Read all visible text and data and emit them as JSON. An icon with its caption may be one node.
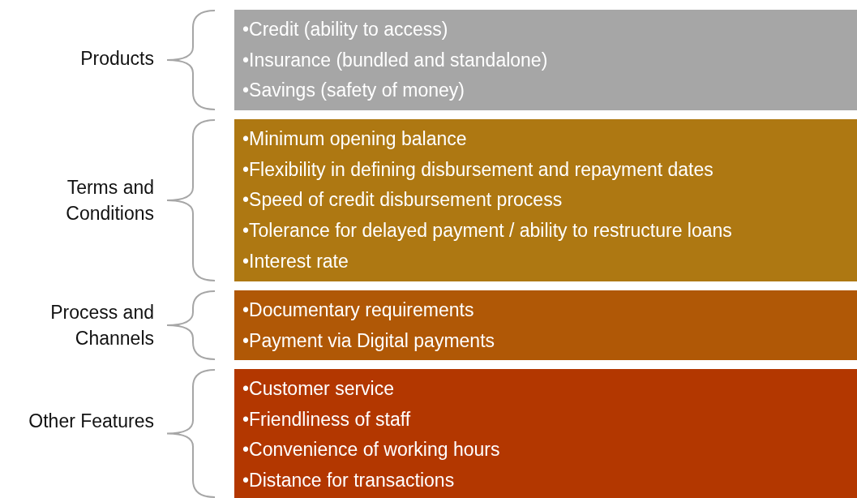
{
  "diagram": {
    "nodes": [
      {
        "text": [
          "Products",
          "•Credit (ability to access)",
          "•Insurance (bundled and standalone)",
          "•Savings (safety of money)"
        ]
      },
      {
        "text": [
          "Terms and Conditions",
          "•Minimum opening balance",
          "•Flexibility in defining disbursement and repayment dates",
          "•Speed of credit disbursement process",
          "•Tolerance for delayed payment /  ability to restructure loans",
          "•Interest rate"
        ]
      },
      {
        "text": [
          "Process and Channels",
          "•Documentary requirements",
          "•Payment via Digital payments"
        ]
      },
      {
        "text": [
          "Other Features",
          "•Customer service",
          "•Friendliness of staff",
          "•Convenience of working hours",
          "•Distance for transactions"
        ]
      }
    ]
  }
}
